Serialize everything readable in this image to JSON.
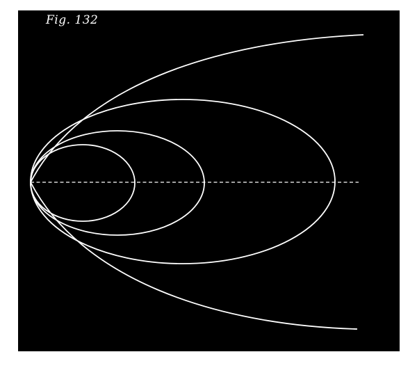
{
  "figure": {
    "label": "Fig. 132",
    "background_color": "#000000",
    "line_color": "#ffffff",
    "curves": [
      {
        "name": "small-ellipse",
        "kind": "ellipse"
      },
      {
        "name": "medium-ellipse",
        "kind": "ellipse"
      },
      {
        "name": "large-ellipse",
        "kind": "ellipse"
      },
      {
        "name": "parabola",
        "kind": "parabola"
      }
    ],
    "axis": {
      "style": "dashed"
    }
  }
}
